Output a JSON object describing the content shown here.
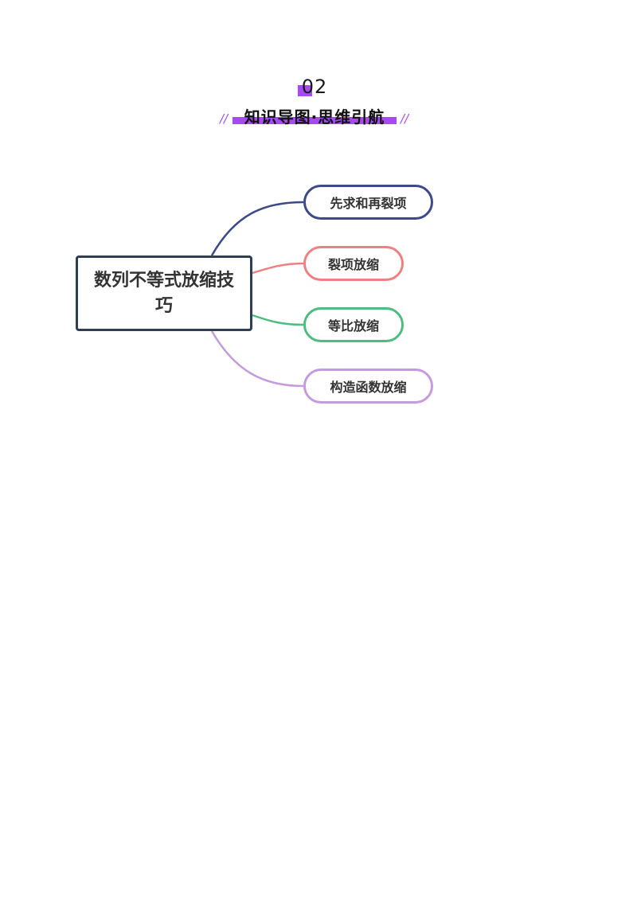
{
  "header": {
    "number": "02",
    "title": "知识导图·思维引航",
    "slash": "//",
    "accent_color": "#a64bf4"
  },
  "mindmap": {
    "central": {
      "label": "数列不等式放缩技巧",
      "border_color": "#2e3e55"
    },
    "branches": [
      {
        "label": "先求和再裂项",
        "color": "#3d4a8a"
      },
      {
        "label": "裂项放缩",
        "color": "#f08080"
      },
      {
        "label": "等比放缩",
        "color": "#4dbd7f"
      },
      {
        "label": "构造函数放缩",
        "color": "#c59be0"
      }
    ]
  }
}
